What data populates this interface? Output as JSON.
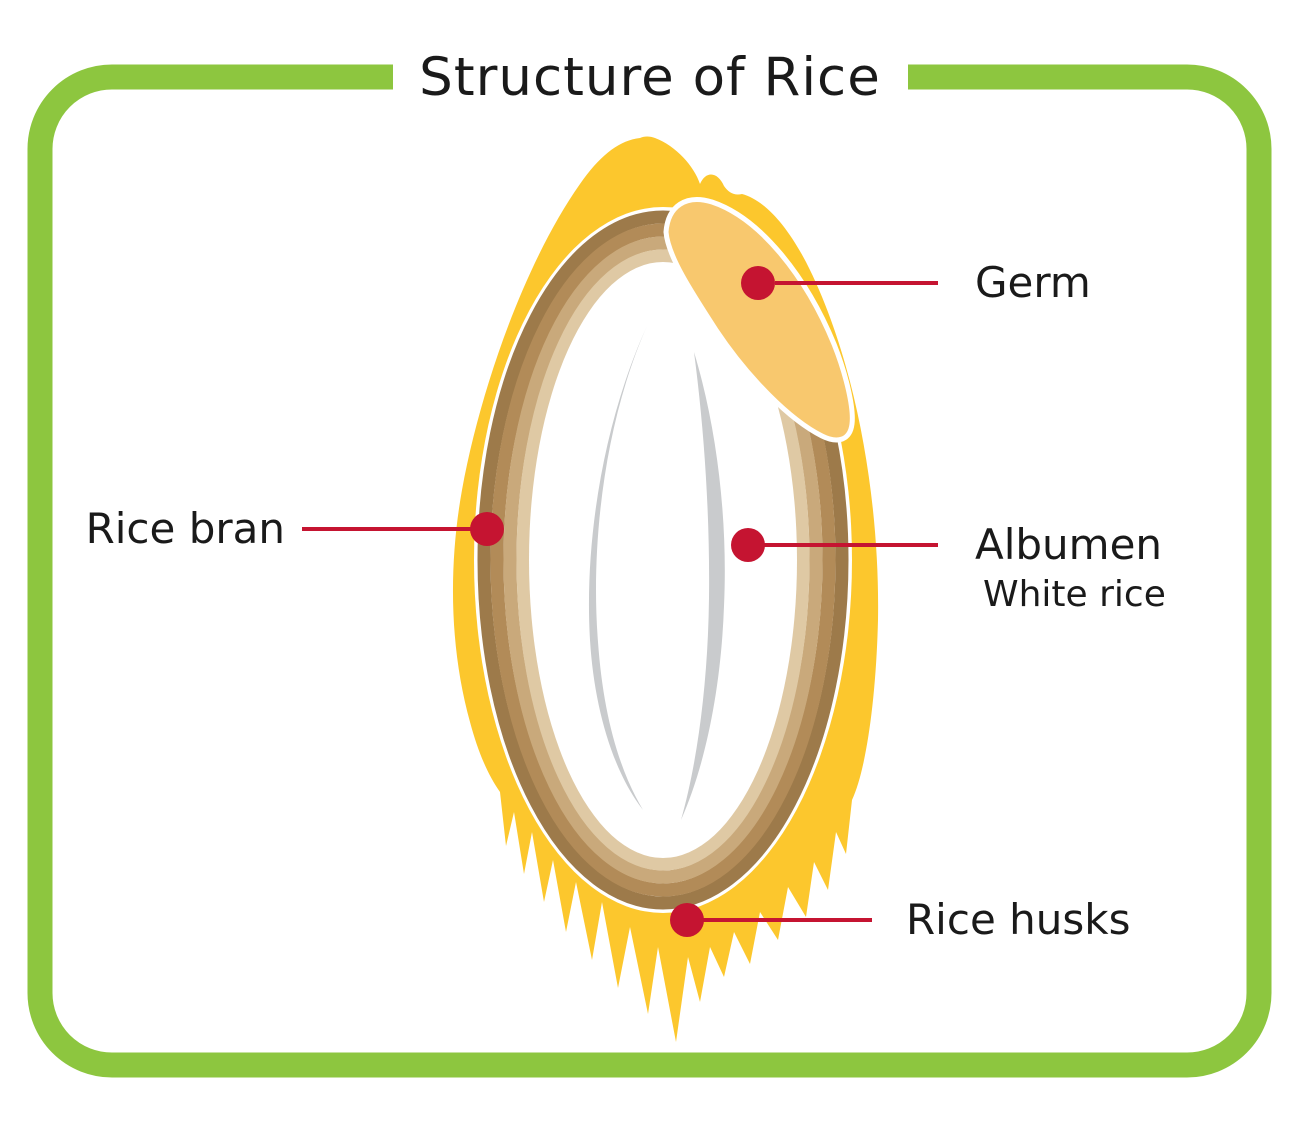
{
  "title": "Structure of Rice",
  "labels": {
    "germ": {
      "text": "Germ"
    },
    "rice_bran": {
      "text": "Rice bran"
    },
    "albumen": {
      "text": "Albumen",
      "subtext": "White rice"
    },
    "rice_husks": {
      "text": "Rice husks"
    }
  },
  "colors": {
    "frame_green": "#8DC63F",
    "husk_yellow": "#FCC72D",
    "germ_orange": "#F8C86E",
    "bran_dark": "#9D7A4A",
    "bran_medium": "#B28B58",
    "bran_tan": "#C9A97B",
    "bran_light": "#DFC9A4",
    "albumen_white": "#FFFFFF",
    "crease_gray": "#C9CBCD",
    "marker_red": "#C51431",
    "text_black": "#1A1A1A"
  }
}
